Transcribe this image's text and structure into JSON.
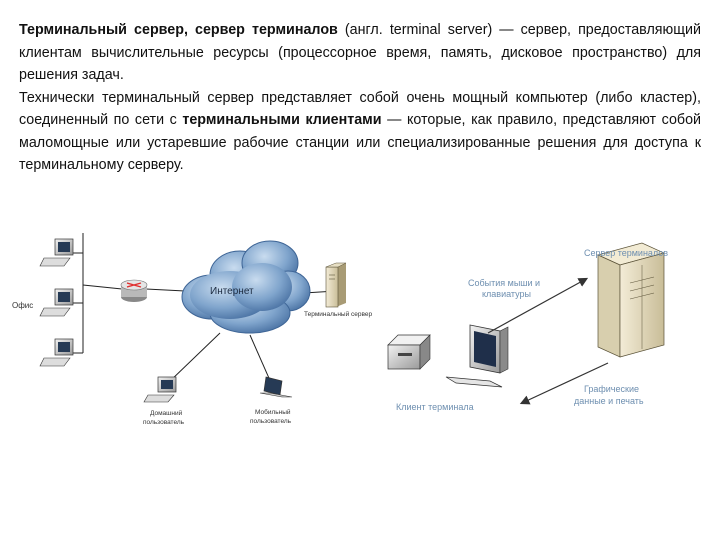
{
  "document": {
    "p1": {
      "term": "Терминальный сервер, сервер терминалов",
      "rest": " (англ. terminal server) — сервер, предоставляющий клиентам вычислительные ресурсы (процессорное время, память, дисковое пространство) для решения задач."
    },
    "p2": {
      "part1": "Технически терминальный сервер представляет собой очень мощный компьютер (либо кластер), соединенный по сети с ",
      "bold": "терминальными клиентами",
      "part2": " — которые, как правило, представляют собой маломощные или устаревшие рабочие станции или специализированные решения для доступа к терминальному серверу."
    }
  },
  "diagram": {
    "office": "Офис",
    "internet": "Интернет",
    "terminal_server_small": "Терминальный сервер",
    "home_user_line1": "Домашний",
    "home_user_line2": "пользователь",
    "mobile_user_line1": "Мобильный",
    "mobile_user_line2": "пользователь",
    "server_terminals": "Сервер терминалов",
    "mouse_events_line1": "События мыши и",
    "mouse_events_line2": "клавиатуры",
    "client_terminal": "Клиент терминала",
    "graphics_line1": "Графические",
    "graphics_line2": "данные и печать",
    "accent_color": "#e03030",
    "label_color": "#6e8fb0"
  }
}
